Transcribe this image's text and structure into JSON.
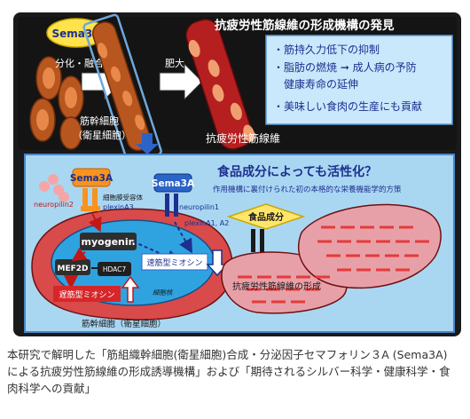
{
  "colors": {
    "frame_dark": "#1a1a1a",
    "panel_blue": "#a9d7f2",
    "panel_border": "#4a86c8",
    "fiber_red": "#b51f1f",
    "oval_light": "#f3c9a6",
    "cell_red": "#d94a4a",
    "nucleus_blue": "#2fa3e0",
    "orange_box": "#f7931e",
    "yellow_diamond": "#ffe66b",
    "title_blue": "#1d2f8f"
  },
  "top": {
    "title": "抗疲労性筋線維の形成機構の発見",
    "sema3a_label": "Sema3A",
    "differentiation_label": "分化・融合",
    "hypertrophy_label": "肥大",
    "stem_cell_label_1": "筋幹細胞",
    "stem_cell_label_2": "（衛星細胞）",
    "fiber_label": "抗疲労性筋線維",
    "benefits": [
      "・筋持久力低下の抑制",
      "・脂肪の燃焼 ➞ 成人病の予防",
      "　健康寿命の延伸",
      "・美味しい食肉の生産にも貢献"
    ]
  },
  "bottom": {
    "title": "食品成分によっても活性化？",
    "subtitle": "作用機構に裏付けられた初の本格的な栄養機能学的方策",
    "sema3a_orange": "Sema3A",
    "sema3a_blue": "Sema3A",
    "neuropilin2": "neuropilin2",
    "receptor_label": "細胞膜受容体",
    "plexinA3": "plexinA3",
    "neuropilin1": "neuropilin1",
    "plexinA12": "plexinA1, A2",
    "myogenin": "myogenin",
    "mef2d": "MEF2D",
    "hdac7": "HDAC7",
    "nucleus": "細胞核",
    "fast_myosin": "速筋型ミオシン",
    "slow_myosin": "遅筋型ミオシン",
    "food_component": "食品成分",
    "fiber_formation": "抗疲労性筋線維の形成",
    "cell_label": "筋幹細胞（衛星細胞）"
  },
  "caption": "本研究で解明した「筋組織幹細胞(衛星細胞)合成・分泌因子セマフォリン３A (Sema3A) による抗疲労性筋線維の形成誘導機構」および「期待されるシルバー科学・健康科学・食肉科学への貢献」"
}
